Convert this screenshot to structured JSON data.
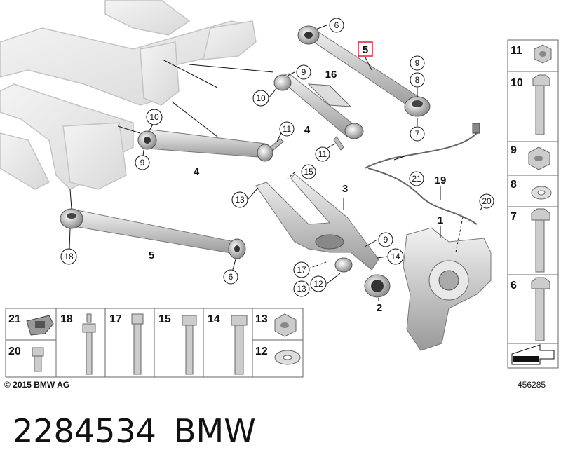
{
  "copyright": "© 2015 BMW AG",
  "diagram_id": "456285",
  "part_number": "2284534",
  "brand": "BMW",
  "highlight_color": "#e0203a",
  "callouts": {
    "c6_top": "6",
    "c5_top": "5",
    "c9_r1": "9",
    "c8_r": "8",
    "c7_r": "7",
    "c9_mid": "9",
    "c10_mid": "10",
    "c16": "16",
    "c4_mid": "4",
    "c11_mid": "11",
    "c11_mid2": "11",
    "c10_left": "10",
    "c11_left": "11",
    "c9_left": "9",
    "c4_left": "4",
    "c15": "15",
    "c13_a": "13",
    "c3": "3",
    "c21": "21",
    "c19": "19",
    "c20": "20",
    "c1": "1",
    "c9_low": "9",
    "c14": "14",
    "c17": "17",
    "c12": "12",
    "c13_b": "13",
    "c2": "2",
    "c18": "18",
    "c5_low": "5",
    "c6_low": "6"
  },
  "right_legend": [
    "11",
    "10",
    "9",
    "8",
    "7",
    "6"
  ],
  "bottom_legend": [
    "21",
    "18",
    "17",
    "15",
    "14",
    "13",
    "20",
    "12"
  ]
}
